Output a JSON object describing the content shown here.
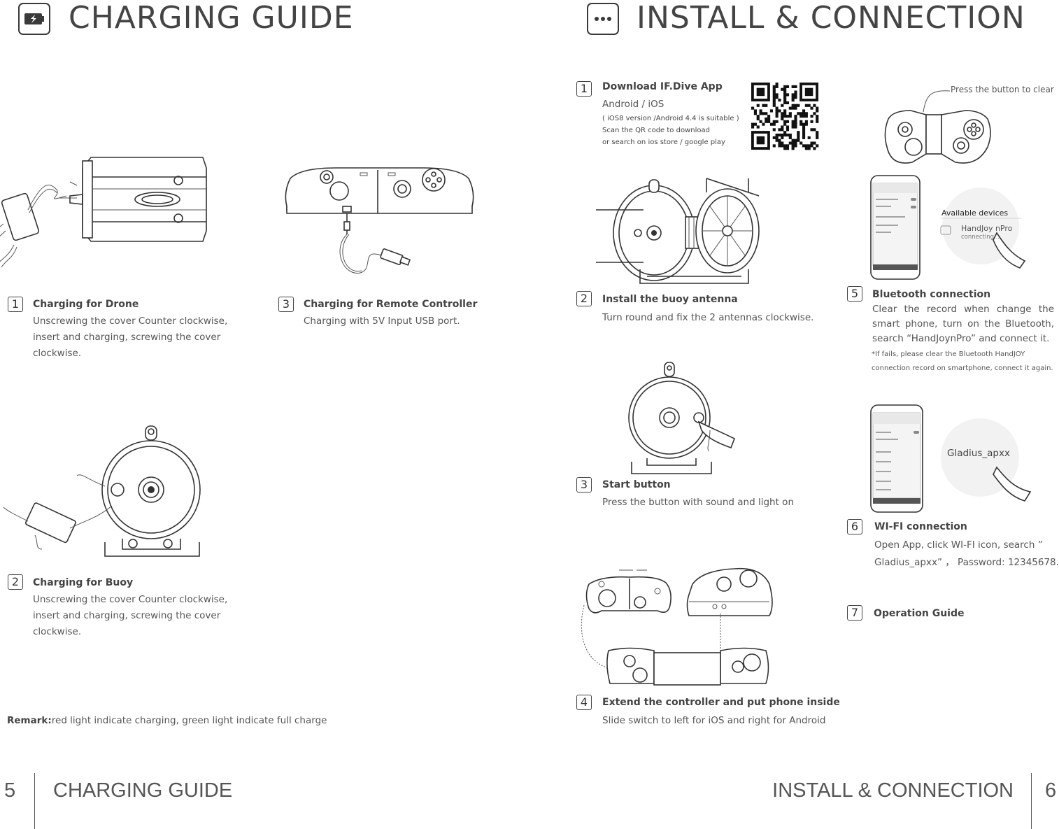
{
  "left": {
    "header_title": "CHARGING GUIDE",
    "items": [
      {
        "num": "1",
        "title": "Charging for Drone",
        "text": "Unscrewing the cover Counter clockwise, insert and charging, screwing the cover clockwise."
      },
      {
        "num": "2",
        "title": "Charging for Buoy",
        "text": "Unscrewing the cover Counter clockwise, insert and charging, screwing the cover clockwise."
      },
      {
        "num": "3",
        "title": "Charging for Remote Controller",
        "text": "Charging with 5V Input USB port."
      }
    ],
    "remark_label": "Remark:",
    "remark_text": "red light indicate charging, green light indicate full charge",
    "footer_page": "5",
    "footer_title": "CHARGING GUIDE"
  },
  "right": {
    "header_title": "INSTALL & CONNECTION",
    "items": [
      {
        "num": "1",
        "title": "Download IF.Dive App",
        "text": "Android / iOS",
        "notes": [
          "( iOS8 version /Android 4.4 is suitable )",
          "Scan the QR code to download",
          "or search on ios store / google play"
        ]
      },
      {
        "num": "2",
        "title": "Install the buoy antenna",
        "text": "Turn round and fix the 2 antennas clockwise."
      },
      {
        "num": "3",
        "title": "Start button",
        "text": "Press the button with sound and light on"
      },
      {
        "num": "4",
        "title": "Extend the controller and put phone inside",
        "text": "Slide switch to left for iOS and right for Android"
      },
      {
        "num": "5",
        "title": "Bluetooth connection",
        "text": "Clear the record when change the smart phone, turn on the Bluetooth, search “HandJoynPro” and connect it.",
        "note": "*If fails, please clear the Bluetooth HandJOY connection record on smartphone, connect it again."
      },
      {
        "num": "6",
        "title": "WI-FI connection",
        "text_line1": "Open App, click WI-FI icon, search ”",
        "text_line2": "Gladius_apxx” ， Password: 12345678."
      },
      {
        "num": "7",
        "title": "Operation Guide"
      }
    ],
    "callout_press": "Press the button to clear",
    "available_devices": "Available devices",
    "device_name": "HandJoy nPro",
    "device_status": "connecting...",
    "wifi_name": "Gladius_apxx",
    "footer_title": "INSTALL & CONNECTION",
    "footer_page": "6"
  }
}
